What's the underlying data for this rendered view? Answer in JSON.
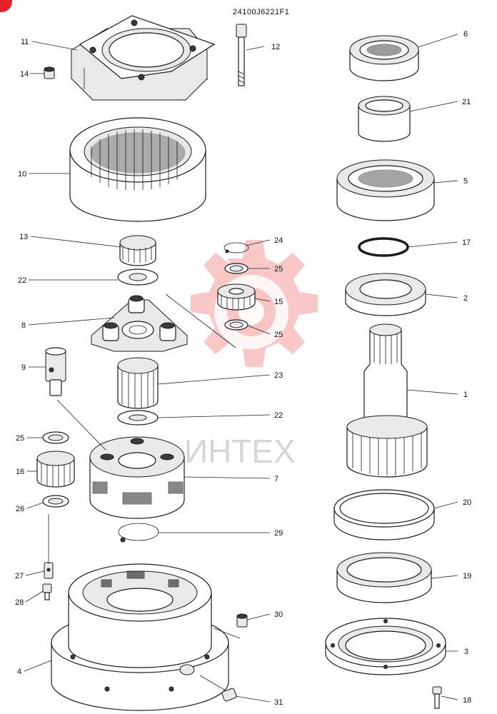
{
  "header": {
    "drawing_number": "24100J6221F1"
  },
  "watermark": {
    "brand_text": "ИНТЕХ",
    "gear_color": "#f29a9a"
  },
  "corner_badge": {
    "color": "#e8202a"
  },
  "callouts": [
    {
      "id": "c11",
      "label": "11"
    },
    {
      "id": "c14",
      "label": "14"
    },
    {
      "id": "c12",
      "label": "12"
    },
    {
      "id": "c6",
      "label": "6"
    },
    {
      "id": "c21",
      "label": "21"
    },
    {
      "id": "c10",
      "label": "10"
    },
    {
      "id": "c5",
      "label": "5"
    },
    {
      "id": "c13",
      "label": "13"
    },
    {
      "id": "c24",
      "label": "24"
    },
    {
      "id": "c17",
      "label": "17"
    },
    {
      "id": "c25a",
      "label": "25"
    },
    {
      "id": "c22a",
      "label": "22"
    },
    {
      "id": "c2",
      "label": "2"
    },
    {
      "id": "c15",
      "label": "15"
    },
    {
      "id": "c8",
      "label": "8"
    },
    {
      "id": "c25b",
      "label": "25"
    },
    {
      "id": "c9",
      "label": "9"
    },
    {
      "id": "c23",
      "label": "23"
    },
    {
      "id": "c1",
      "label": "1"
    },
    {
      "id": "c22b",
      "label": "22"
    },
    {
      "id": "c25c",
      "label": "25"
    },
    {
      "id": "c16",
      "label": "16"
    },
    {
      "id": "c7",
      "label": "7"
    },
    {
      "id": "c26",
      "label": "26"
    },
    {
      "id": "c20",
      "label": "20"
    },
    {
      "id": "c29",
      "label": "29"
    },
    {
      "id": "c27",
      "label": "27"
    },
    {
      "id": "c19",
      "label": "19"
    },
    {
      "id": "c28",
      "label": "28"
    },
    {
      "id": "c30",
      "label": "30"
    },
    {
      "id": "c3",
      "label": "3"
    },
    {
      "id": "c4",
      "label": "4"
    },
    {
      "id": "c18",
      "label": "18"
    },
    {
      "id": "c31",
      "label": "31"
    }
  ]
}
